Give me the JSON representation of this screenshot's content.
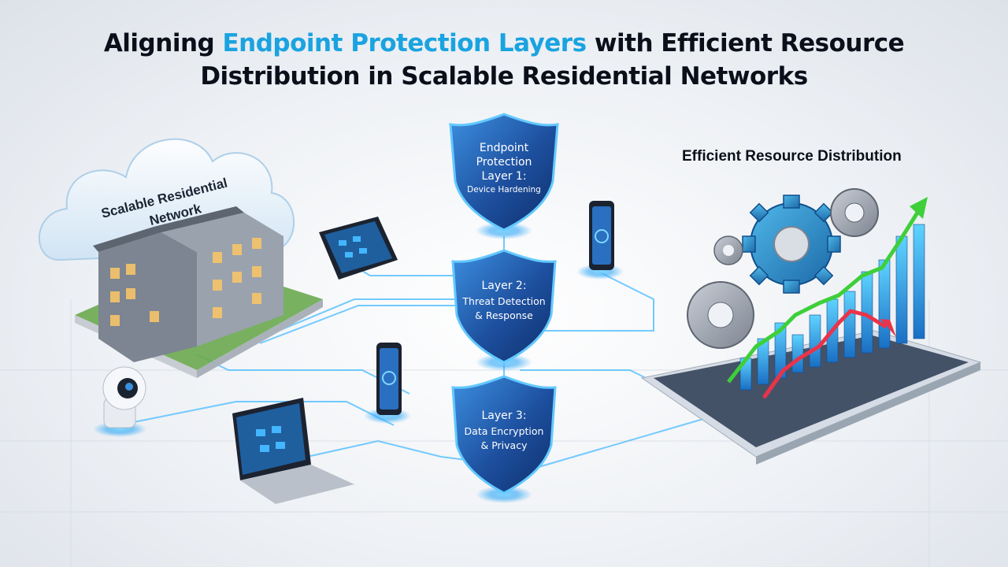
{
  "title": {
    "part1": "Aligning ",
    "highlight": "Endpoint Protection Layers",
    "part2": " with Efficient Resource",
    "line2": "Distribution in Scalable Residential Networks"
  },
  "cloud": {
    "line1": "Scalable Residential",
    "line2": "Network"
  },
  "shields": [
    {
      "l1": "Endpoint",
      "l2": "Protection",
      "l3": "Layer 1:",
      "l4": "Device Hardening"
    },
    {
      "l1": "Layer 2:",
      "l2": "Threat Detection",
      "l3": "& Response"
    },
    {
      "l1": "Layer 3:",
      "l2": "Data Encryption",
      "l3": "& Privacy"
    }
  ],
  "resource_title": "Efficient Resource Distribution",
  "colors": {
    "accent": "#1aa3e0",
    "shield": "#1f5fb0",
    "glow": "#35b6ff",
    "trend_up": "#3ecf3a",
    "trend_down": "#e8344a"
  },
  "icons": [
    "cloud-icon",
    "building-icon",
    "tablet-icon",
    "phone-icon",
    "laptop-icon",
    "camera-icon",
    "gear-icon",
    "bar-chart-icon"
  ]
}
